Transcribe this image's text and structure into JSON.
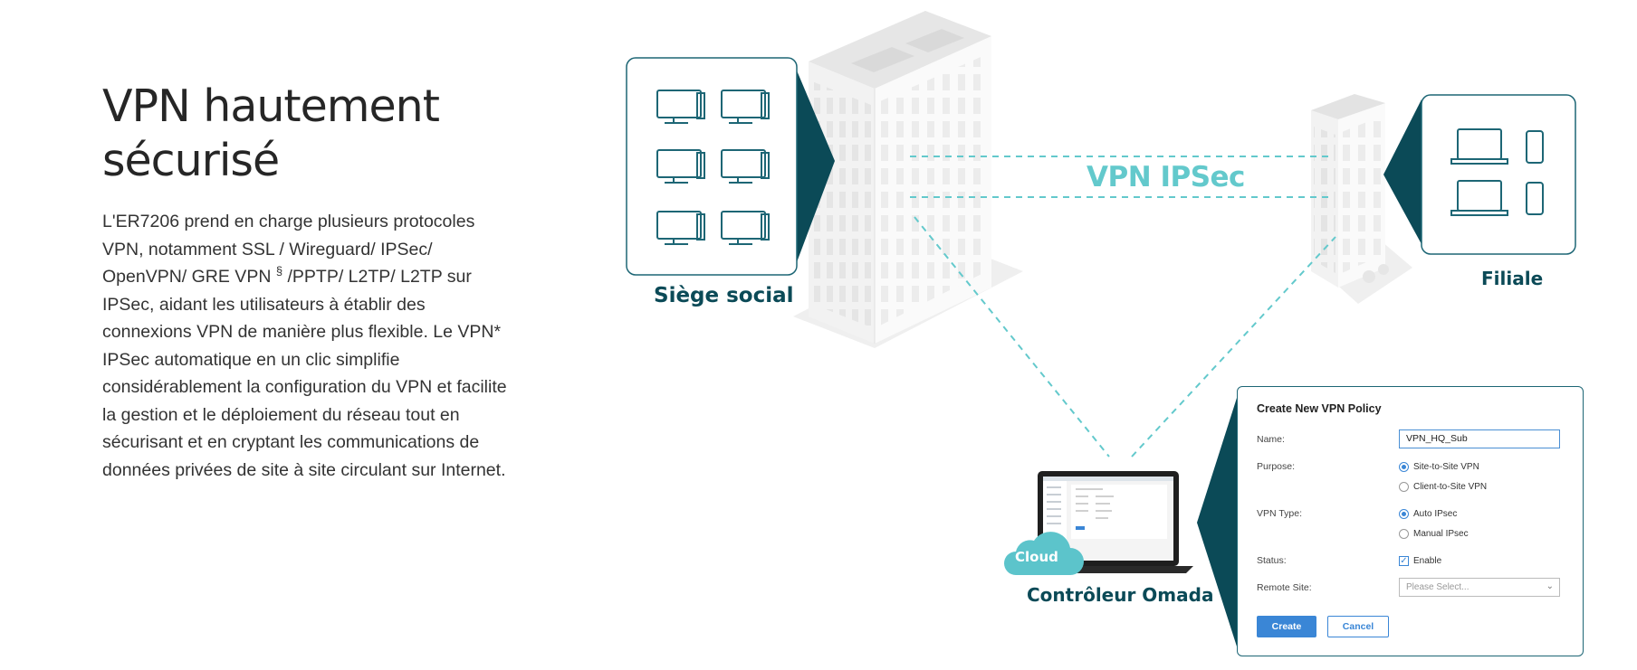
{
  "heading": {
    "line1": "VPN hautement",
    "line2": "sécurisé"
  },
  "description": {
    "before_sup": "L'ER7206 prend en charge plusieurs protocoles VPN, notamment SSL / Wireguard/ IPSec/ OpenVPN/ GRE VPN ",
    "sup": "§",
    "after_sup": " /PPTP/ L2TP/ L2TP sur IPSec, aidant les utilisateurs à établir des connexions VPN de manière plus flexible. Le VPN* IPSec automatique en un clic simplifie considérablement la configuration du VPN et facilite la gestion et le déploiement du réseau tout en sécurisant et en cryptant les communications de données privées de site à site circulant sur Internet."
  },
  "diagram": {
    "hq_label": "Siège social",
    "branch_label": "Filiale",
    "vpn_label": "VPN IPSec",
    "controller_label": "Contrôleur Omada",
    "cloud_label": "Cloud",
    "colors": {
      "teal_dark": "#0b4a57",
      "vpn_cyan": "#63c9cc",
      "accent_blue": "#3a86d6"
    }
  },
  "vpn_form": {
    "title": "Create New VPN Policy",
    "name_label": "Name:",
    "name_value": "VPN_HQ_Sub",
    "purpose_label": "Purpose:",
    "purpose_options": [
      "Site-to-Site VPN",
      "Client-to-Site VPN"
    ],
    "vpn_type_label": "VPN Type:",
    "vpn_type_options": [
      "Auto IPsec",
      "Manual IPsec"
    ],
    "status_label": "Status:",
    "status_option": "Enable",
    "remote_site_label": "Remote Site:",
    "remote_site_placeholder": "Please Select...",
    "create_button": "Create",
    "cancel_button": "Cancel"
  }
}
